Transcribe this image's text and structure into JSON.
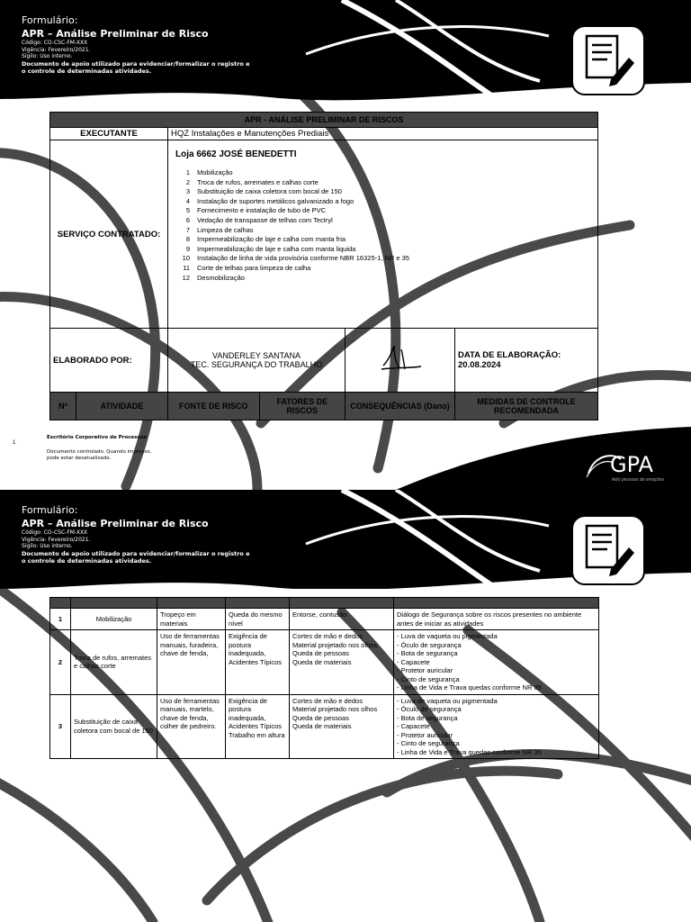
{
  "header": {
    "form_label": "Formulário:",
    "title": "APR – Análise Preliminar de Risco",
    "code": "Código: CO-CSC-FM-XXX",
    "validity": "Vigência: Fevereiro/2021.",
    "secrecy": "Sigilo: Uso interno.",
    "description": "Documento de apoio utilizado para evidenciar/formalizar o registro e o controle de determinadas atividades.",
    "icon": "document-pen-icon"
  },
  "table1": {
    "title": "APR - ANÁLISE PRELIMINAR DE RISCOS",
    "executante_label": "EXECUTANTE",
    "executante_value": "HQZ Instalações e Manutenções Prediais",
    "servico_label": "SERVIÇO CONTRATADO:",
    "store": "Loja 6662 JOSÉ BENEDETTI",
    "services": [
      {
        "n": "1",
        "text": "Mobilização"
      },
      {
        "n": "2",
        "text": "Troca de rufos, arremates e calhas corte"
      },
      {
        "n": "3",
        "text": "Substituição de caixa coletora com bocal de 150"
      },
      {
        "n": "4",
        "text": "Instalação de suportes metálicos galvanizado a fogo"
      },
      {
        "n": "5",
        "text": "Fornecimento e instalação de tubo de PVC"
      },
      {
        "n": "6",
        "text": "Vedação de transpasse de telhas com Tectryl"
      },
      {
        "n": "7",
        "text": "Limpeza de calhas"
      },
      {
        "n": "8",
        "text": "Impermeabilização de laje e calha com manta fria"
      },
      {
        "n": "9",
        "text": "Impermeabilização de laje e calha com manta liquida"
      },
      {
        "n": "10",
        "text": "Instalação de linha de vida provisória conforme NBR 16325-1, NR e 35"
      },
      {
        "n": "11",
        "text": "Corte de telhas para limpeza de calha"
      },
      {
        "n": "12",
        "text": "Desmobilização"
      }
    ],
    "elaborado_label": "ELABORADO POR:",
    "elaborado_name": "VANDERLEY SANTANA",
    "elaborado_role": "TEC. SEGURANÇA DO TRABALHO",
    "data_label": "DATA DE ELABORAÇÃO: 20.08.2024",
    "columns": [
      "Nº",
      "ATIVIDADE",
      "FONTE DE RISCO",
      "FATORES DE RISCOS",
      "CONSEQUÊNCIAS (Dano)",
      "MEDIDAS DE CONTROLE RECOMENDADA"
    ]
  },
  "footer": {
    "page_number": "1",
    "department": "Escritório Corporativo de Processos",
    "controlled": "Documento controlado. Quando impresso, pode estar desatualizado.",
    "logo_text": "GPA",
    "logo_tagline": "feito pessoas de emoções"
  },
  "table2": {
    "rows": [
      {
        "n": "1",
        "atividade": "Mobilização",
        "fonte": "Tropeço em materiais",
        "fatores": "Queda do mesmo nível",
        "consequencias": "Entorse, contusão",
        "medidas": "Diálogo de Segurança sobre os riscos presentes no ambiente antes de iniciar as atividades"
      },
      {
        "n": "2",
        "atividade": "Troca de rufos, arremates e calhas corte",
        "fonte": "Uso de ferramentas manuais, furadeira, chave de fenda,",
        "fatores": "Exigência de postura inadequada, Acidentes Típicos",
        "consequencias": "Cortes de mão e dedos\nMaterial projetado nos olhos\nQueda de pessoas\nQueda de materiais",
        "medidas": "- Luva de vaqueta ou pigmentada\n- Óculo de segurança\n- Bota de segurança\n- Capacete\n- Protetor auricular\n- Cinto de segurança\n- Linha de Vida e Trava quedas conforme NR 35"
      },
      {
        "n": "3",
        "atividade": "Substituição de caixa coletora com bocal de 150",
        "fonte": "Uso de ferramentas manuais, martelo, chave de fenda, colher de pedreiro.",
        "fatores": "Exigência de postura inadequada, Acidentes Típicos Trabalho em altura",
        "consequencias": "Cortes de mão e dedos\nMaterial projetado nos olhos\nQueda de pessoas\nQueda de materiais",
        "medidas": "- Luva de vaqueta ou pigmentada\n- Óculo de segurança\n- Bota de segurança\n- Capacete\n- Protetor auricular\n- Cinto de segurança\n- Linha de Vida e Trava quedas conforme NR 35"
      }
    ]
  }
}
